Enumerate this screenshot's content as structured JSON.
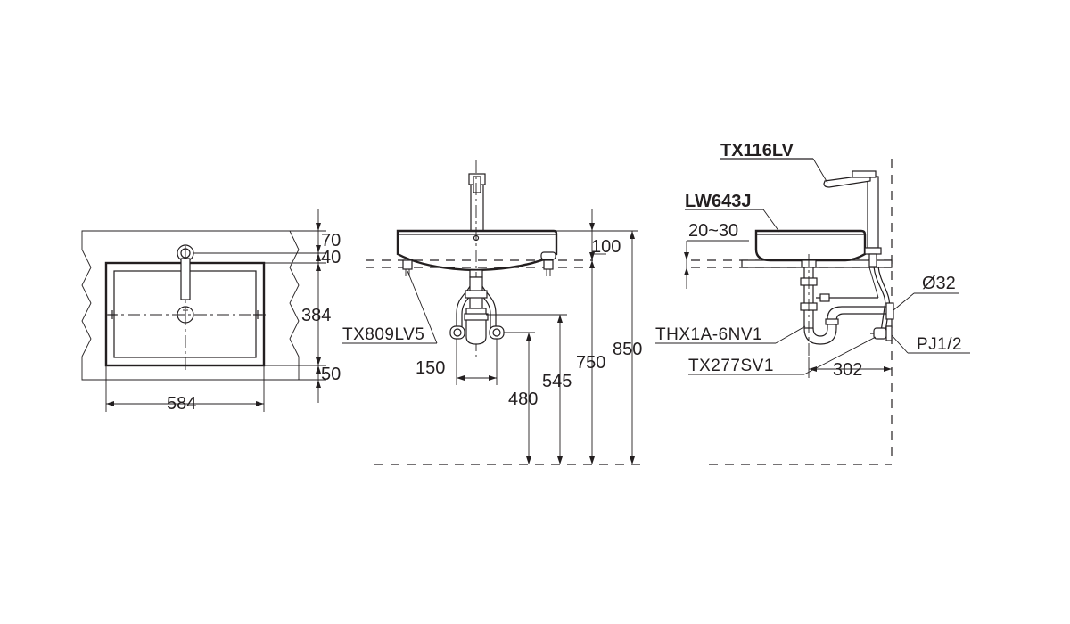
{
  "plan_view": {
    "dims": {
      "top_offset": "70",
      "tap_offset": "40",
      "depth": "384",
      "bottom_offset": "50",
      "width": "584"
    }
  },
  "front_view": {
    "dims": {
      "bowl_height": "100",
      "valve_spacing": "150",
      "drain_height": "480",
      "valve_height": "545",
      "rim_height": "750",
      "tap_height": "850"
    },
    "labels": {
      "support": "TX809LV5"
    }
  },
  "side_view": {
    "labels": {
      "faucet": "TX116LV",
      "basin": "LW643J",
      "trap": "THX1A-6NV1",
      "stop_valve": "TX277SV1",
      "connection": "PJ1/2"
    },
    "dims": {
      "counter_thickness": "20~30",
      "drain_diameter": "Ø32",
      "wall_to_drain": "302"
    }
  }
}
